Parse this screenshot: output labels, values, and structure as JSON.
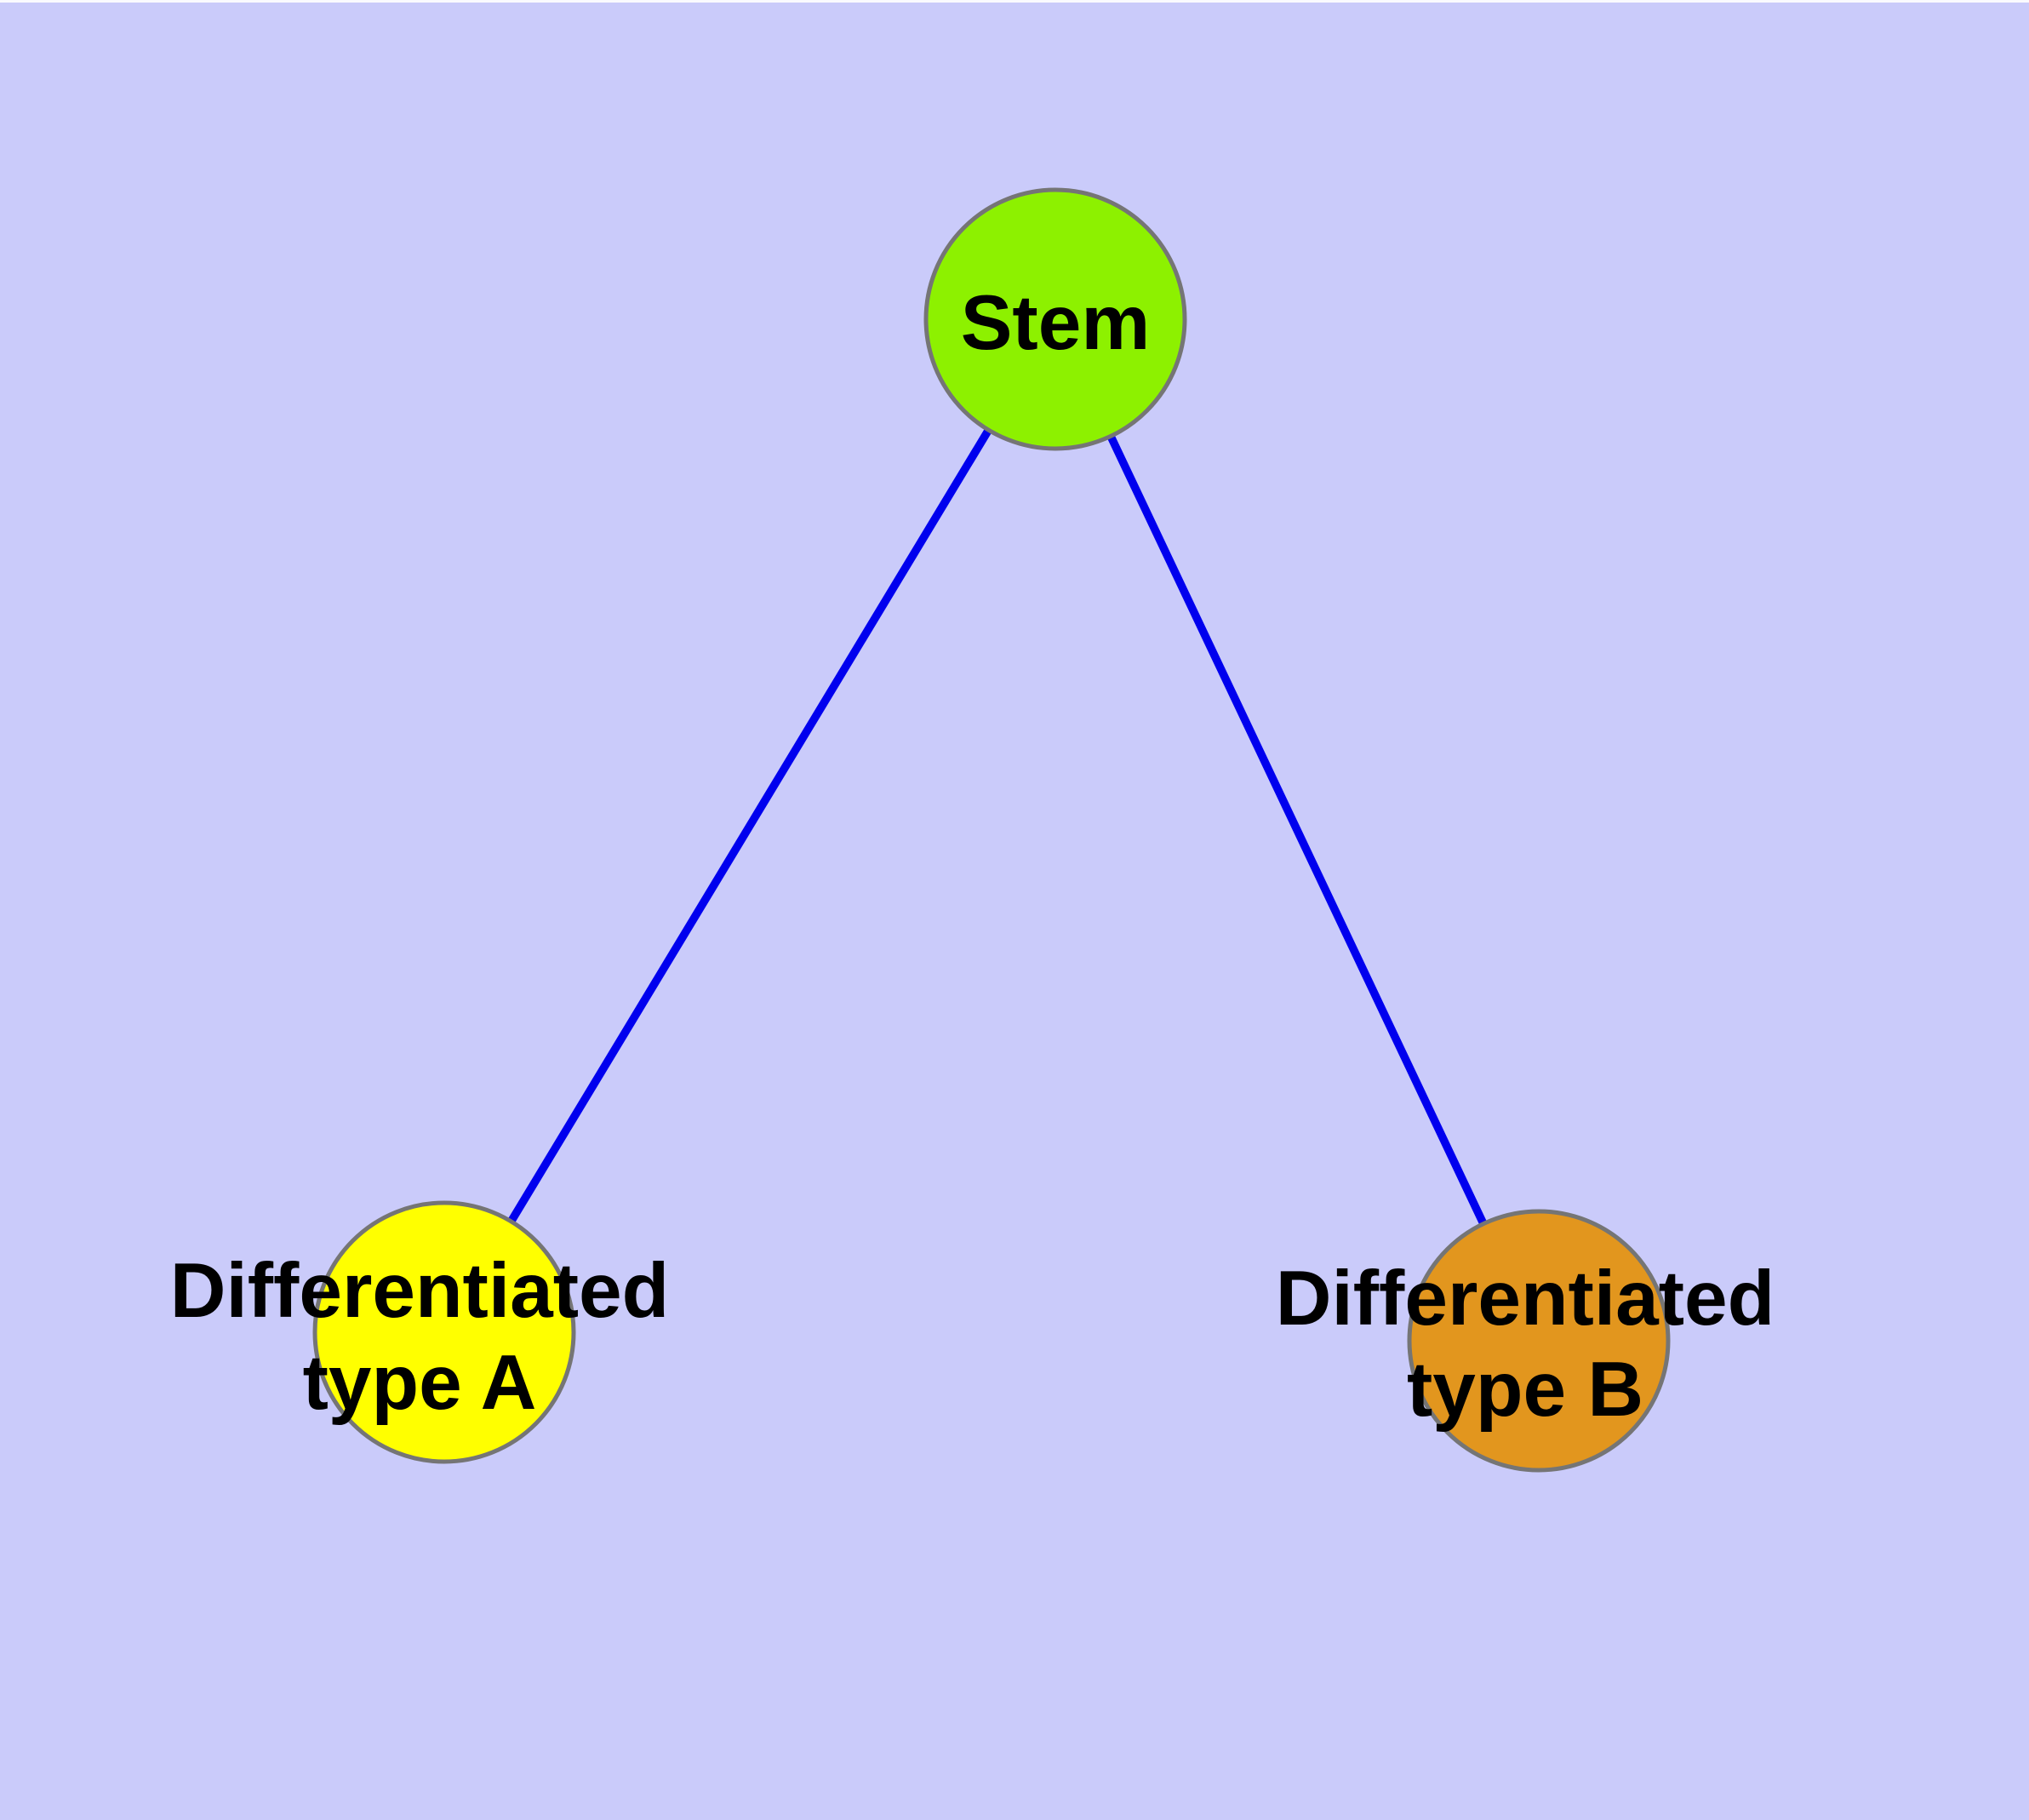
{
  "diagram": {
    "type": "graph",
    "description": "Stem cell differentiation graph with one parent node and two differentiated child nodes",
    "background_color": "#CACBFA",
    "edge_color": "#0000EE",
    "node_border_color": "#757575",
    "label_color": "#000000",
    "nodes": [
      {
        "id": "stem",
        "label": "Stem",
        "label_lines": [
          "Stem"
        ],
        "fill": "#8DF100"
      },
      {
        "id": "differentiated-type-a",
        "label": "Differentiated type A",
        "label_lines": [
          "Differentiated",
          "type A"
        ],
        "fill": "#FFFF00"
      },
      {
        "id": "differentiated-type-b",
        "label": "Differentiated type B",
        "label_lines": [
          "Differentiated",
          "type B"
        ],
        "fill": "#E2961E"
      }
    ],
    "edges": [
      {
        "from": "Stem",
        "to": "Differentiated type A"
      },
      {
        "from": "Stem",
        "to": "Differentiated type B"
      }
    ]
  }
}
